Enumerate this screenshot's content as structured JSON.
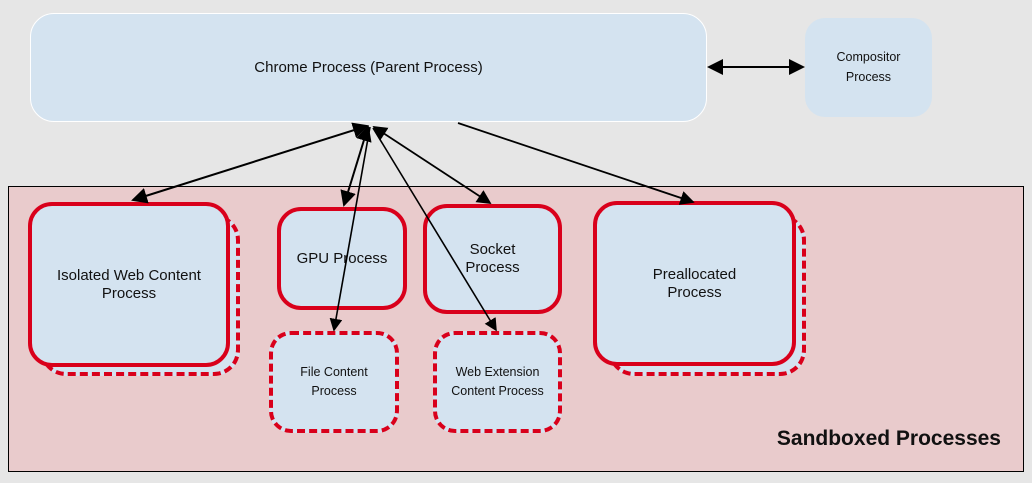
{
  "diagram": {
    "parent_process": "Chrome Process (Parent Process)",
    "compositor_process": "Compositor\nProcess",
    "sandbox_group_label": "Sandboxed Processes",
    "sandboxed_nodes": {
      "isolated_web_content": "Isolated Web Content\nProcess",
      "gpu": "GPU Process",
      "socket": "Socket\nProcess",
      "preallocated": "Preallocated\nProcess",
      "file_content": "File Content\nProcess",
      "web_extension_content": "Web Extension\nContent Process"
    },
    "edges": [
      {
        "from": "parent_process",
        "to": "compositor_process",
        "direction": "bidirectional"
      },
      {
        "from": "parent_process",
        "to": "isolated_web_content",
        "direction": "bidirectional"
      },
      {
        "from": "parent_process",
        "to": "gpu",
        "direction": "bidirectional"
      },
      {
        "from": "parent_process",
        "to": "file_content",
        "direction": "bidirectional"
      },
      {
        "from": "parent_process",
        "to": "web_extension_content",
        "direction": "bidirectional"
      },
      {
        "from": "parent_process",
        "to": "socket",
        "direction": "bidirectional"
      },
      {
        "from": "parent_process",
        "to": "preallocated",
        "direction": "to"
      }
    ],
    "colors": {
      "background": "#e6e6e6",
      "node_fill": "#d4e3f0",
      "sandbox_fill": "#e9cbcc",
      "sandbox_border": "#d9001b",
      "arrow": "#000000"
    }
  }
}
